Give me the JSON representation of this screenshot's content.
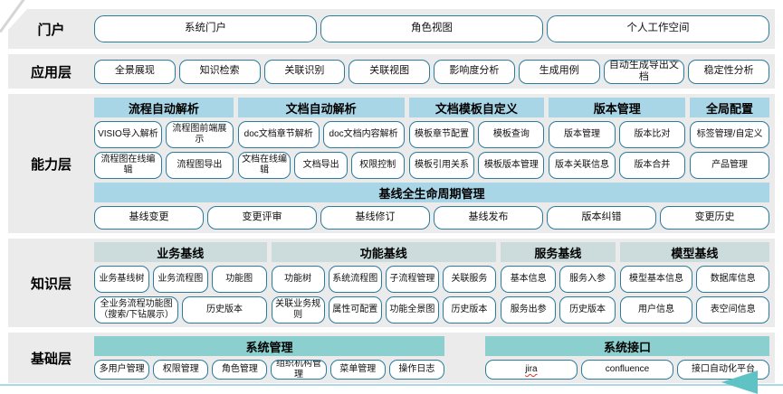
{
  "colors": {
    "row_background": "#ebebeb",
    "box_border": "#2b7b9d",
    "header_light_blue": "#a9d6e7",
    "header_pale_teal": "#ccdcdc",
    "header_teal": "#8bcfcf",
    "bottom_line": "#abd8e8",
    "corner_arrow": "#5fc3c6",
    "spellcheck_underline": "#e03030"
  },
  "spellcheck_flagged": [
    "jira"
  ],
  "portal": {
    "label": "门户",
    "items": [
      "系统门户",
      "角色视图",
      "个人工作空间"
    ]
  },
  "application": {
    "label": "应用层",
    "items": [
      "全景展现",
      "知识检索",
      "关联识别",
      "关联视图",
      "影响度分析",
      "生成用例",
      "自动生成导出文档",
      "稳定性分析"
    ]
  },
  "capability": {
    "label": "能力层",
    "groups": [
      {
        "title": "流程自动解析",
        "rows": [
          [
            "VISIO导入解析",
            "流程图前端展示"
          ],
          [
            "流程图在线编辑",
            "流程图导出"
          ]
        ]
      },
      {
        "title": "文档自动解析",
        "rows": [
          [
            "doc文档章节解析",
            "doc文档内容解析"
          ],
          [
            "文档在线编辑",
            "文档导出",
            "权限控制"
          ]
        ]
      },
      {
        "title": "文档模板自定义",
        "rows": [
          [
            "模板章节配置",
            "模板查询"
          ],
          [
            "模板引用关系",
            "模板版本管理"
          ]
        ]
      },
      {
        "title": "版本管理",
        "rows": [
          [
            "版本管理",
            "版本比对"
          ],
          [
            "版本关联信息",
            "版本合并"
          ]
        ]
      },
      {
        "title": "全局配置",
        "rows": [
          [
            "标签管理/自定义"
          ],
          [
            "产品管理"
          ]
        ]
      }
    ],
    "baseline": {
      "title": "基线全生命周期管理",
      "items": [
        "基线变更",
        "变更评审",
        "基线修订",
        "基线发布",
        "版本纠错",
        "变更历史"
      ]
    }
  },
  "knowledge": {
    "label": "知识层",
    "groups": [
      {
        "title": "业务基线",
        "rows": [
          [
            "业务基线树",
            "业务流程图",
            "功能图"
          ],
          [
            "全业务流程功能图（搜索/下钻展示）",
            "历史版本"
          ]
        ]
      },
      {
        "title": "功能基线",
        "rows": [
          [
            "功能树",
            "系统流程图",
            "子流程管理",
            "关联服务"
          ],
          [
            "关联业务规则",
            "属性可配置",
            "功能全景图",
            "历史版本"
          ]
        ]
      },
      {
        "title": "服务基线",
        "rows": [
          [
            "基本信息",
            "服务入参"
          ],
          [
            "服务出参",
            "历史版本"
          ]
        ]
      },
      {
        "title": "模型基线",
        "rows": [
          [
            "模型基本信息",
            "数据库信息"
          ],
          [
            "用户信息",
            "表空间信息"
          ]
        ]
      }
    ]
  },
  "foundation": {
    "label": "基础层",
    "groups": [
      {
        "title": "系统管理",
        "rows": [
          [
            "多用户管理",
            "权限管理",
            "角色管理",
            "组织机构管理",
            "菜单管理",
            "操作日志"
          ]
        ]
      },
      {
        "title": "系统接口",
        "rows": [
          [
            "jira",
            "confluence",
            "接口自动化平台"
          ]
        ]
      }
    ]
  }
}
